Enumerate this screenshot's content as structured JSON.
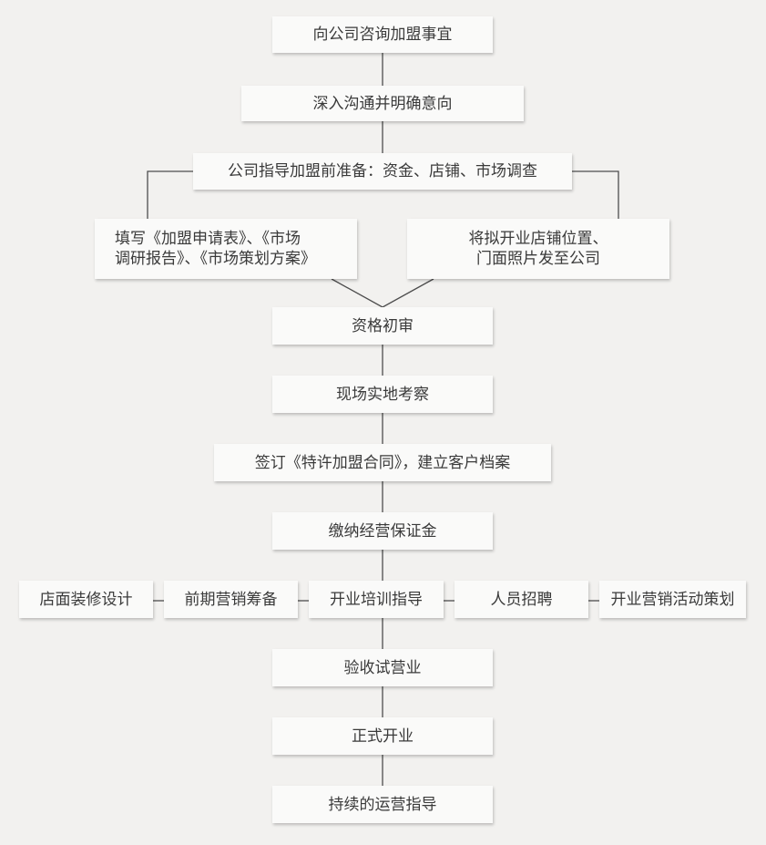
{
  "colors": {
    "background": "#f2f1ef",
    "box": "#fafaf9",
    "text": "#3a3a3a",
    "line": "#4d4d4d"
  },
  "steps": {
    "s1": "向公司咨询加盟事宜",
    "s2": "深入沟通并明确意向",
    "s3": "公司指导加盟前准备：资金、店铺、市场调查",
    "s4a_line1": "填写《加盟申请表》、《市场",
    "s4a_line2": "调研报告》、《市场策划方案》",
    "s4b_line1": "将拟开业店铺位置、",
    "s4b_line2": "门面照片发至公司",
    "s5": "资格初审",
    "s6": "现场实地考察",
    "s7": "签订《特许加盟合同》，建立客户档案",
    "s8": "缴纳经营保证金",
    "row_left2": "店面装修设计",
    "row_left1": "前期营销筹备",
    "row_center": "开业培训指导",
    "row_right1": "人员招聘",
    "row_right2": "开业营销活动策划",
    "s10": "验收试营业",
    "s11": "正式开业",
    "s12": "持续的运营指导"
  }
}
